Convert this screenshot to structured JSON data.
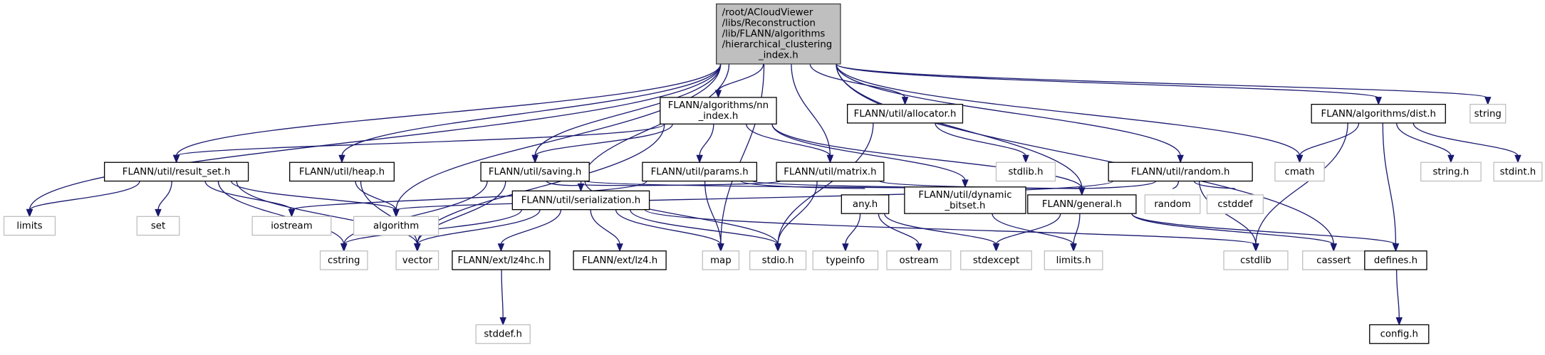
{
  "title": "Include dependency graph for hierarchical_clustering_index.h",
  "colors": {
    "edge": "#191970",
    "root_fill": "#bfbfbf",
    "root_border": "#404040",
    "local_border": "#000000",
    "system_border": "#bfbfbf"
  },
  "nodes": [
    {
      "id": "root",
      "kind": "root",
      "lines": [
        "/root/ACloudViewer",
        "/libs/Reconstruction",
        "/lib/FLANN/algorithms",
        "/hierarchical_clustering",
        "_index.h"
      ]
    },
    {
      "id": "nn_index",
      "kind": "local",
      "lines": [
        "FLANN/algorithms/nn",
        "_index.h"
      ]
    },
    {
      "id": "allocator",
      "kind": "local",
      "lines": [
        "FLANN/util/allocator.h"
      ]
    },
    {
      "id": "dist",
      "kind": "local",
      "lines": [
        "FLANN/algorithms/dist.h"
      ]
    },
    {
      "id": "string",
      "kind": "system",
      "lines": [
        "string"
      ]
    },
    {
      "id": "result_set",
      "kind": "local",
      "lines": [
        "FLANN/util/result_set.h"
      ]
    },
    {
      "id": "heap",
      "kind": "local",
      "lines": [
        "FLANN/util/heap.h"
      ]
    },
    {
      "id": "saving",
      "kind": "local",
      "lines": [
        "FLANN/util/saving.h"
      ]
    },
    {
      "id": "params",
      "kind": "local",
      "lines": [
        "FLANN/util/params.h"
      ]
    },
    {
      "id": "matrix",
      "kind": "local",
      "lines": [
        "FLANN/util/matrix.h"
      ]
    },
    {
      "id": "stdlib_h",
      "kind": "system",
      "lines": [
        "stdlib.h"
      ]
    },
    {
      "id": "random_h",
      "kind": "local",
      "lines": [
        "FLANN/util/random.h"
      ]
    },
    {
      "id": "cmath",
      "kind": "system",
      "lines": [
        "cmath"
      ]
    },
    {
      "id": "string_h",
      "kind": "system",
      "lines": [
        "string.h"
      ]
    },
    {
      "id": "stdint_h",
      "kind": "system",
      "lines": [
        "stdint.h"
      ]
    },
    {
      "id": "limits",
      "kind": "system",
      "lines": [
        "limits"
      ]
    },
    {
      "id": "set",
      "kind": "system",
      "lines": [
        "set"
      ]
    },
    {
      "id": "iostream",
      "kind": "system",
      "lines": [
        "iostream"
      ]
    },
    {
      "id": "algorithm",
      "kind": "system",
      "lines": [
        "algorithm"
      ]
    },
    {
      "id": "serialization",
      "kind": "local",
      "lines": [
        "FLANN/util/serialization.h"
      ]
    },
    {
      "id": "any_h",
      "kind": "local",
      "lines": [
        "any.h"
      ]
    },
    {
      "id": "dynamic_bitset",
      "kind": "local",
      "lines": [
        "FLANN/util/dynamic",
        "_bitset.h"
      ]
    },
    {
      "id": "general",
      "kind": "local",
      "lines": [
        "FLANN/general.h"
      ]
    },
    {
      "id": "random",
      "kind": "system",
      "lines": [
        "random"
      ]
    },
    {
      "id": "cstddef",
      "kind": "system",
      "lines": [
        "cstddef"
      ]
    },
    {
      "id": "cstring",
      "kind": "system",
      "lines": [
        "cstring"
      ]
    },
    {
      "id": "vector",
      "kind": "system",
      "lines": [
        "vector"
      ]
    },
    {
      "id": "lz4hc",
      "kind": "local",
      "lines": [
        "FLANN/ext/lz4hc.h"
      ]
    },
    {
      "id": "lz4",
      "kind": "local",
      "lines": [
        "FLANN/ext/lz4.h"
      ]
    },
    {
      "id": "map",
      "kind": "system",
      "lines": [
        "map"
      ]
    },
    {
      "id": "stdio_h",
      "kind": "system",
      "lines": [
        "stdio.h"
      ]
    },
    {
      "id": "typeinfo",
      "kind": "system",
      "lines": [
        "typeinfo"
      ]
    },
    {
      "id": "ostream",
      "kind": "system",
      "lines": [
        "ostream"
      ]
    },
    {
      "id": "stdexcept",
      "kind": "system",
      "lines": [
        "stdexcept"
      ]
    },
    {
      "id": "limits_h",
      "kind": "system",
      "lines": [
        "limits.h"
      ]
    },
    {
      "id": "cstdlib",
      "kind": "system",
      "lines": [
        "cstdlib"
      ]
    },
    {
      "id": "cassert",
      "kind": "system",
      "lines": [
        "cassert"
      ]
    },
    {
      "id": "defines",
      "kind": "local",
      "lines": [
        "defines.h"
      ]
    },
    {
      "id": "stddef_h",
      "kind": "system",
      "lines": [
        "stddef.h"
      ]
    },
    {
      "id": "config",
      "kind": "local",
      "lines": [
        "config.h"
      ]
    }
  ],
  "edges": [
    [
      "root",
      "nn_index"
    ],
    [
      "root",
      "allocator"
    ],
    [
      "root",
      "dist"
    ],
    [
      "root",
      "string"
    ],
    [
      "root",
      "result_set"
    ],
    [
      "root",
      "heap"
    ],
    [
      "root",
      "saving"
    ],
    [
      "root",
      "matrix"
    ],
    [
      "root",
      "random_h"
    ],
    [
      "root",
      "cmath"
    ],
    [
      "root",
      "limits"
    ],
    [
      "root",
      "algorithm"
    ],
    [
      "root",
      "serialization"
    ],
    [
      "root",
      "general"
    ],
    [
      "root",
      "map"
    ],
    [
      "root",
      "cassert"
    ],
    [
      "nn_index",
      "result_set"
    ],
    [
      "nn_index",
      "saving"
    ],
    [
      "nn_index",
      "params"
    ],
    [
      "nn_index",
      "matrix"
    ],
    [
      "nn_index",
      "dynamic_bitset"
    ],
    [
      "nn_index",
      "general"
    ],
    [
      "nn_index",
      "vector"
    ],
    [
      "allocator",
      "stdlib_h"
    ],
    [
      "allocator",
      "stdio_h"
    ],
    [
      "dist",
      "cmath"
    ],
    [
      "dist",
      "string_h"
    ],
    [
      "dist",
      "stdint_h"
    ],
    [
      "dist",
      "cstdlib"
    ],
    [
      "dist",
      "defines"
    ],
    [
      "result_set",
      "limits"
    ],
    [
      "result_set",
      "set"
    ],
    [
      "result_set",
      "iostream"
    ],
    [
      "result_set",
      "algorithm"
    ],
    [
      "result_set",
      "cstring"
    ],
    [
      "result_set",
      "vector"
    ],
    [
      "heap",
      "algorithm"
    ],
    [
      "heap",
      "vector"
    ],
    [
      "saving",
      "serialization"
    ],
    [
      "saving",
      "general"
    ],
    [
      "saving",
      "cstring"
    ],
    [
      "saving",
      "vector"
    ],
    [
      "saving",
      "stdio_h"
    ],
    [
      "params",
      "any_h"
    ],
    [
      "params",
      "general"
    ],
    [
      "params",
      "iostream"
    ],
    [
      "params",
      "map"
    ],
    [
      "matrix",
      "serialization"
    ],
    [
      "matrix",
      "general"
    ],
    [
      "matrix",
      "stdio_h"
    ],
    [
      "random_h",
      "general"
    ],
    [
      "random_h",
      "random"
    ],
    [
      "random_h",
      "cstddef"
    ],
    [
      "random_h",
      "cstdlib"
    ],
    [
      "random_h",
      "algorithm"
    ],
    [
      "serialization",
      "cstring"
    ],
    [
      "serialization",
      "vector"
    ],
    [
      "serialization",
      "lz4hc"
    ],
    [
      "serialization",
      "lz4"
    ],
    [
      "serialization",
      "map"
    ],
    [
      "serialization",
      "stdio_h"
    ],
    [
      "serialization",
      "cstdlib"
    ],
    [
      "any_h",
      "typeinfo"
    ],
    [
      "any_h",
      "ostream"
    ],
    [
      "any_h",
      "stdexcept"
    ],
    [
      "dynamic_bitset",
      "limits_h"
    ],
    [
      "general",
      "stdexcept"
    ],
    [
      "general",
      "limits_h"
    ],
    [
      "general",
      "cassert"
    ],
    [
      "general",
      "defines"
    ],
    [
      "lz4hc",
      "stddef_h"
    ],
    [
      "defines",
      "config"
    ]
  ]
}
